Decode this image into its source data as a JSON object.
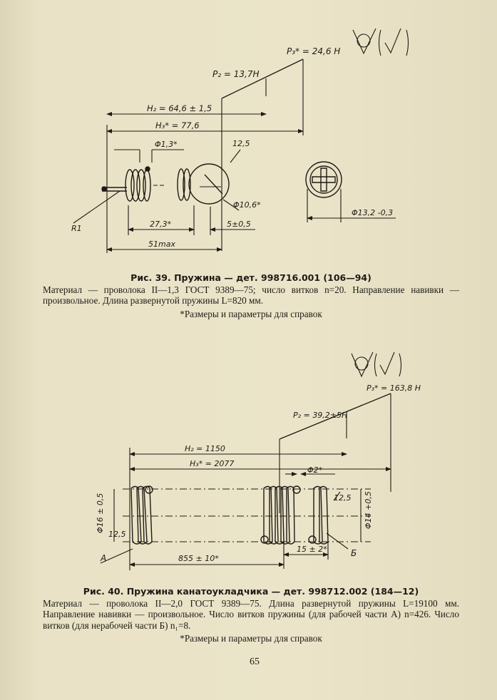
{
  "fig39": {
    "p3": "P₃* = 24,6 H",
    "p2": "P₂ = 13,7H",
    "h2": "H₂ = 64,6 ± 1,5",
    "h3": "H₃* = 77,6",
    "wire_dia": "Φ1,3*",
    "r_12_5": "12,5",
    "r1": "R1",
    "dia_10_6": "Φ10,6*",
    "dim_27_3": "27,3*",
    "dim_5": "5±0,5",
    "dim_51": "51max",
    "dia_13_2": "Φ13,2 -0,3",
    "roughness": "∀(√)",
    "caption_title": "Рис. 39. Пружина — дет. 998716.001 (106—94)",
    "caption_text": "Материал — проволока II—1,3 ГОСТ 9389—75; число витков n=20. Направление навивки — произвольное. Длина развернутой пружины L=820 мм.",
    "caption_note": "*Размеры и параметры для справок"
  },
  "fig40": {
    "p3": "P₃* = 163,8 H",
    "p2": "P₂ = 39,2±5H",
    "h2": "H₂ = 1150",
    "h3": "H₃* = 2077",
    "wire_dia": "Φ2*",
    "r_12_5_right": "12,5",
    "r_12_5_left": "12,5",
    "dia_16": "Φ16 ± 0,5",
    "dia_14": "Φ14 +0,5",
    "label_a": "А",
    "label_b": "Б",
    "dim_855": "855 ± 10*",
    "dim_15": "15 ± 2*",
    "roughness": "∀(√)",
    "caption_title": "Рис. 40. Пружина канатоукладчика — дет. 998712.002 (184—12)",
    "caption_text": "Материал — проволока II—2,0 ГОСТ 9389—75. Длина развернутой пружины L=19100 мм. Направление навивки — произвольное. Число витков пружины (для рабочей части А) n=426. Число витков (для нерабочей части Б) n₁=8.",
    "caption_note": "*Размеры и параметры для справок"
  },
  "page_number": "65"
}
